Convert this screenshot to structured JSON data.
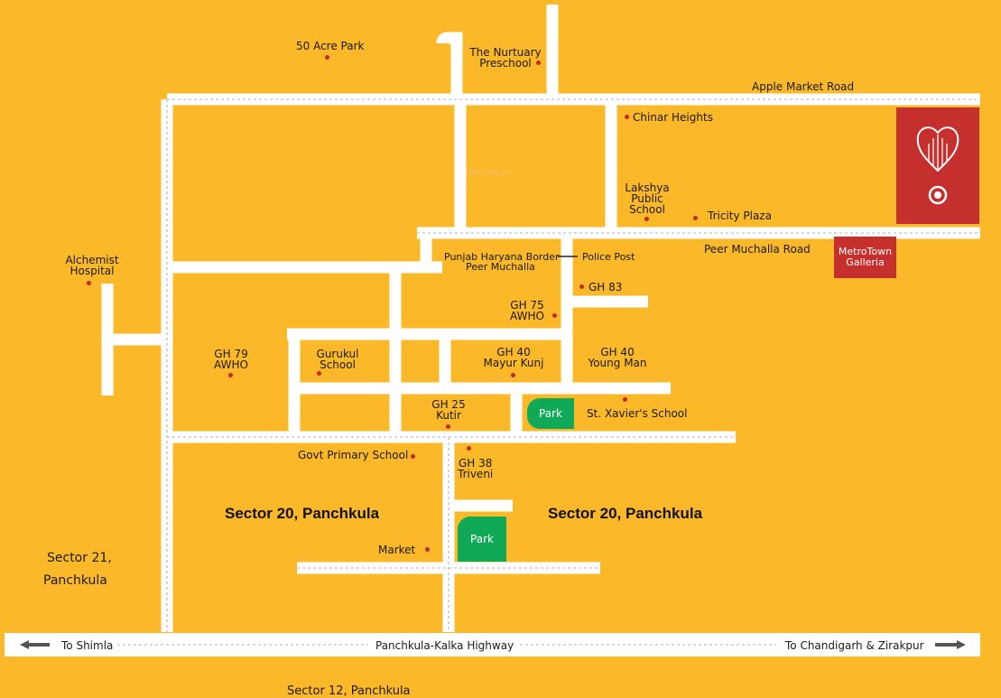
{
  "map": {
    "sectors": {
      "s20_left": "Sector 20, Panchkula",
      "s20_right": "Sector 20, Panchkula",
      "s21": [
        "Sector 21,",
        "Panchkula"
      ],
      "s12": "Sector 12, Panchkula"
    },
    "roads": {
      "apple_market": "Apple Market Road",
      "peer_muchalla": "Peer Muchalla Road",
      "highway": "Panchkula-Kalka Highway",
      "to_shimla": "To Shimla",
      "to_chandigarh": "To Chandigarh & Zirakpur"
    },
    "places": {
      "fifty_acre_park": "50 Acre Park",
      "nurtuary": [
        "The Nurtuary",
        "Preschool"
      ],
      "chinar": "Chinar Heights",
      "lakshya": [
        "Lakshya",
        "Public",
        "School"
      ],
      "tricity": "Tricity Plaza",
      "border": [
        "Punjab Haryana Border",
        "Peer Muchalla"
      ],
      "police_post": "Police Post",
      "gh83": "GH 83",
      "gh75": [
        "GH 75",
        "AWHO"
      ],
      "alchemist": [
        "Alchemist",
        "Hospital"
      ],
      "gh79": [
        "GH 79",
        "AWHO"
      ],
      "gurukul": [
        "Gurukul",
        "School"
      ],
      "gh40_mayur": [
        "GH 40",
        "Mayur Kunj"
      ],
      "gh40_young": [
        "GH 40",
        "Young Man"
      ],
      "gh25": [
        "GH 25",
        "Kutir"
      ],
      "st_xavier": "St. Xavier's School",
      "govt_primary": "Govt Primary School",
      "gh38": [
        "GH 38",
        "Triveni"
      ],
      "market": "Market"
    },
    "parks": {
      "park_top": "Park",
      "park_bottom": "Park"
    },
    "metrotown": [
      "MetroTown",
      "Galleria"
    ],
    "watermark": "PROPTIGER.com",
    "colors": {
      "background": "#FBB829",
      "road": "#FFFFFF",
      "marker": "#C62828",
      "park": "#0FA957",
      "brand": "#C5302F"
    }
  }
}
